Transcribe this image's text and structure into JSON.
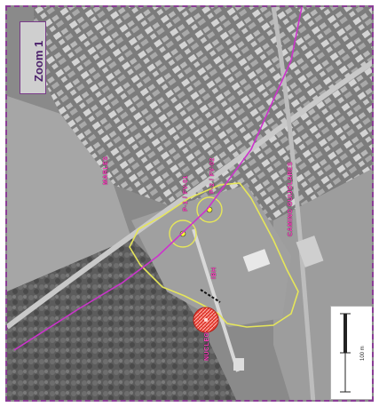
{
  "title": "Zoom 1",
  "labels": {
    "left_area": "MARLES",
    "right_road": "CAMINO GUIJOLARES",
    "well_a": "P-1 / FV-01",
    "well_b": "P-2 / FV-02",
    "center": "IBH",
    "source": "NUCLEO"
  },
  "scale_label": "100 m",
  "colors": {
    "frame": "#8a3c96",
    "boundary": "#e6e65a",
    "pipeline": "#cc33cc",
    "label": "#ff3fc0",
    "hotspot": "#e0392f"
  }
}
